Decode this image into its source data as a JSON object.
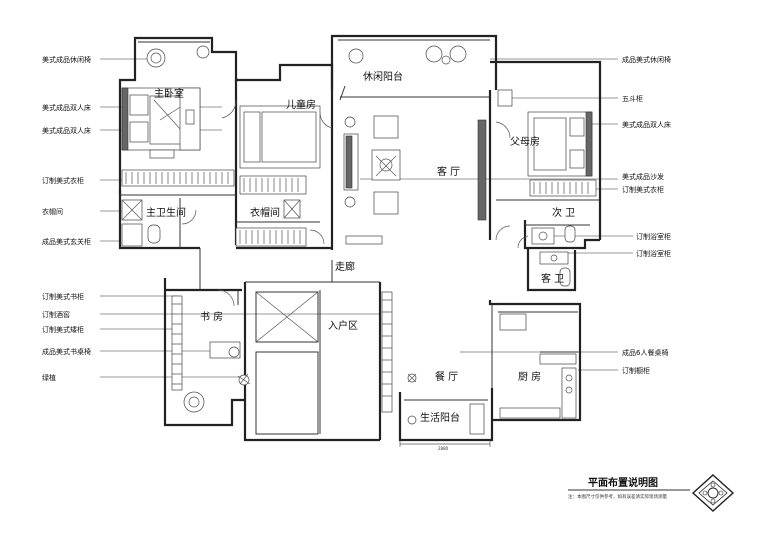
{
  "rooms": {
    "master_bedroom": "主卧室",
    "kids_room": "儿童房",
    "leisure_balcony": "休闲阳台",
    "living_room": "客 厅",
    "parents_room": "父母房",
    "master_bath": "主卫生间",
    "closet": "衣帽间",
    "second_bath": "次 卫",
    "guest_bath": "客 卫",
    "corridor": "走廊",
    "study": "书 房",
    "entrance": "入户区",
    "dining": "餐 厅",
    "kitchen": "厨 房",
    "service_balcony": "生活阳台"
  },
  "left_labels": [
    "美式成品休闲椅",
    "美式成品双人床",
    "美式成品双人床",
    "订制美式衣柜",
    "衣帽间",
    "成品美式玄关柜",
    "订制美式书柜",
    "订制酒窖",
    "订制美式矮柜",
    "成品美式书桌椅",
    "绿植"
  ],
  "right_labels": [
    "成品美式休闲椅",
    "五斗柜",
    "美式成品双人床",
    "美式成品沙发",
    "订制美式衣柜",
    "订制浴室柜",
    "订制浴室柜",
    "成品6人餐桌椅",
    "订制橱柜"
  ],
  "dimension_text": "2880",
  "title_block": {
    "title": "平面布置说明图",
    "note": "注：本图尺寸仅供参考，如有误差请实际现场测量"
  }
}
